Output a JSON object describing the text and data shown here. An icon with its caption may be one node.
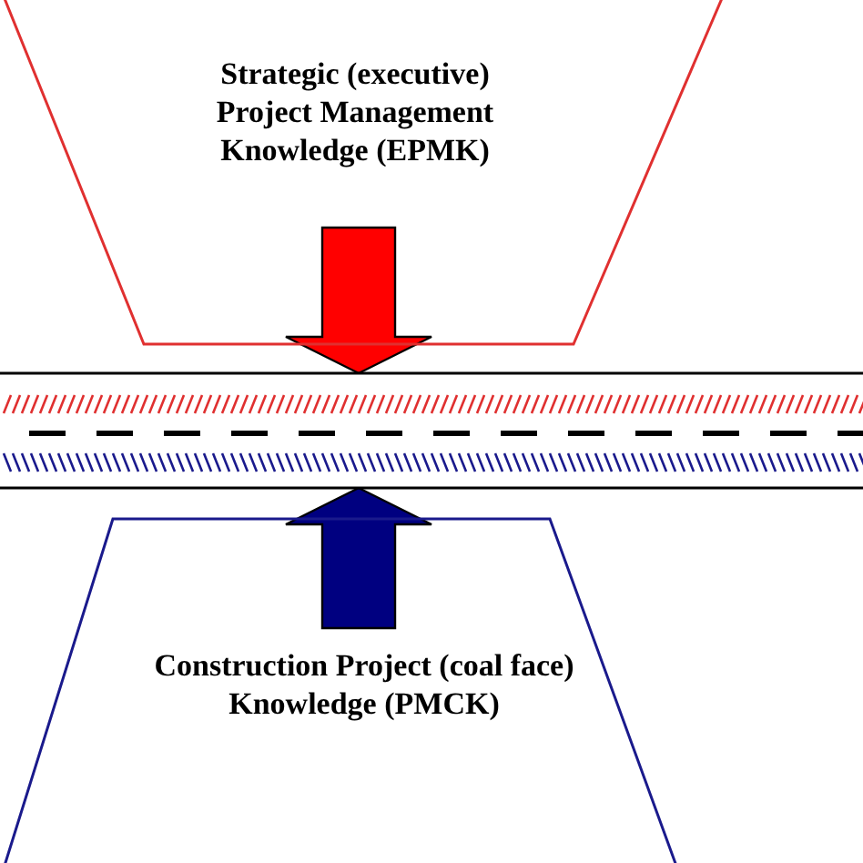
{
  "diagram": {
    "nodes": [
      {
        "text": [
          "Strategic (executive) Project Management Knowledge (EPMK)"
        ]
      },
      {
        "text": [],
        "shape": "bar"
      },
      {
        "text": [
          "Construction Project (coal face) Knowledge (PMCK)"
        ]
      }
    ],
    "edges": [
      {
        "from": 0,
        "to": 1,
        "arrow": "to",
        "style": "thick",
        "color": "#ff0000"
      },
      {
        "from": 2,
        "to": 1,
        "arrow": "to",
        "style": "thick",
        "color": "#000080"
      }
    ]
  }
}
